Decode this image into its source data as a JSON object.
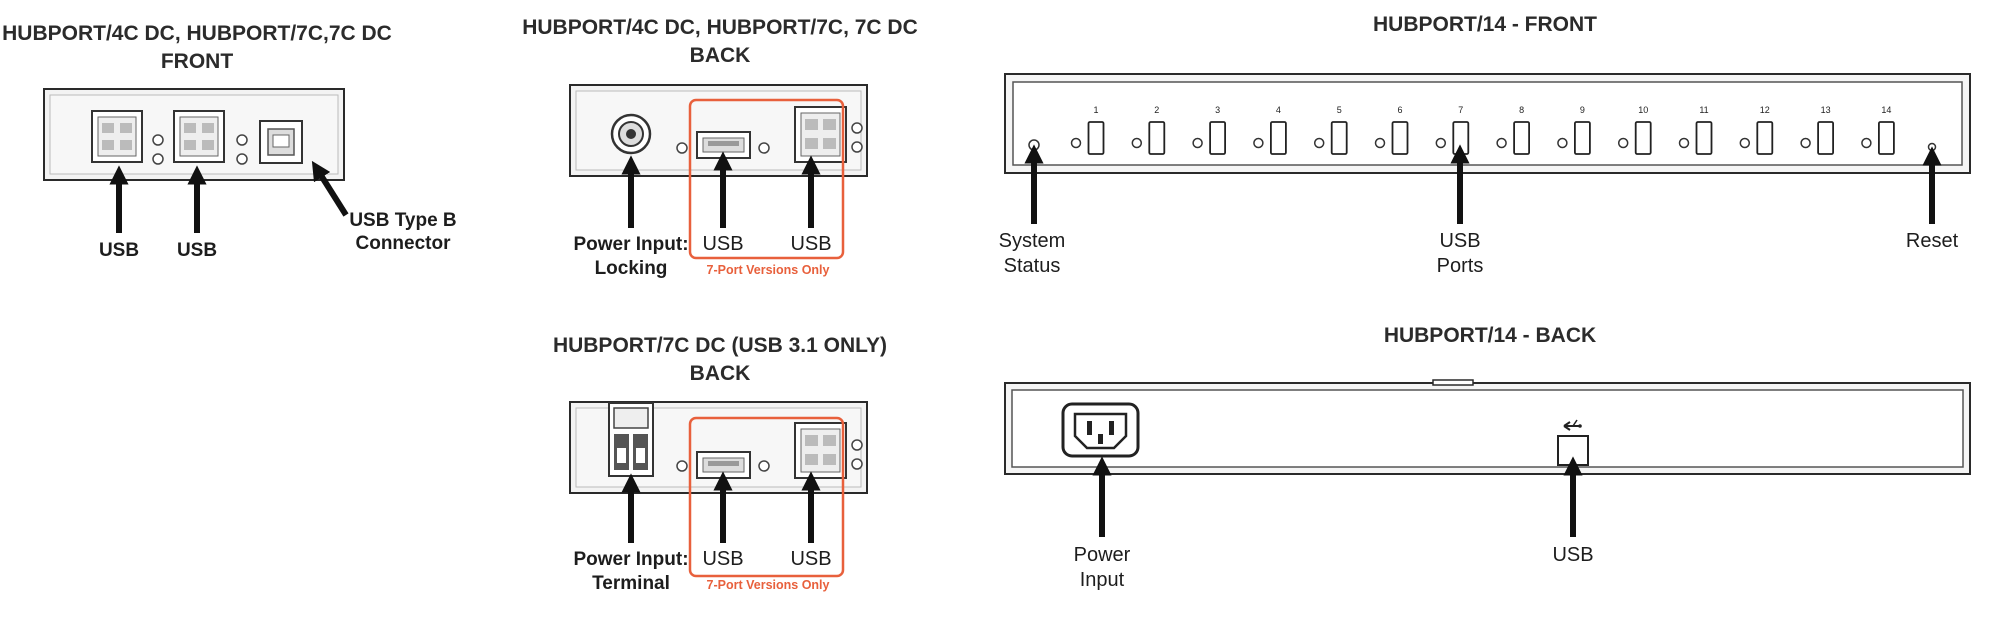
{
  "panels": {
    "small_front": {
      "title_line1": "HUBPORT/4C DC, HUBPORT/7C,7C DC",
      "title_line2": "FRONT",
      "label_usb_1": "USB",
      "label_usb_2": "USB",
      "label_typeb_line1": "USB Type B",
      "label_typeb_line2": "Connector"
    },
    "small_back": {
      "title_line1": "HUBPORT/4C DC, HUBPORT/7C, 7C DC",
      "title_line2": "BACK",
      "label_power_line1": "Power Input:",
      "label_power_line2": "Locking",
      "label_usb_1": "USB",
      "label_usb_2": "USB",
      "note": "7-Port Versions Only"
    },
    "small_back_31": {
      "title_line1": "HUBPORT/7C DC (USB 3.1 ONLY)",
      "title_line2": "BACK",
      "label_power_line1": "Power Input:",
      "label_power_line2": "Terminal",
      "label_usb_1": "USB",
      "label_usb_2": "USB",
      "note": "7-Port Versions Only"
    },
    "hub14_front": {
      "title": "HUBPORT/14 - FRONT",
      "port_numbers": [
        "1",
        "2",
        "3",
        "4",
        "5",
        "6",
        "7",
        "8",
        "9",
        "10",
        "11",
        "12",
        "13",
        "14"
      ],
      "label_status_line1": "System",
      "label_status_line2": "Status",
      "label_ports_line1": "USB",
      "label_ports_line2": "Ports",
      "label_reset": "Reset"
    },
    "hub14_back": {
      "title": "HUBPORT/14 - BACK",
      "label_power_line1": "Power",
      "label_power_line2": "Input",
      "label_usb": "USB"
    }
  },
  "colors": {
    "outline": "#2a2a2a",
    "panel_fill": "#f1f1f1",
    "highlight": "#e8603c",
    "arrow": "#111111"
  }
}
